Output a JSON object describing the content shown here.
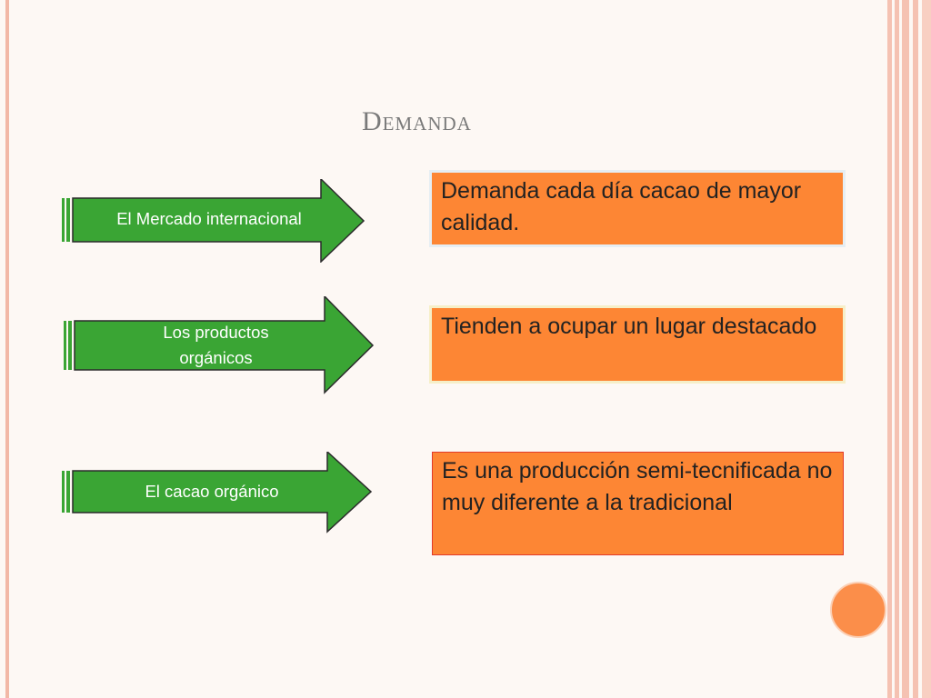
{
  "slide": {
    "title": "Demanda",
    "rows": [
      {
        "arrow_label": "El Mercado internacional",
        "box_text": "Demanda cada día cacao de mayor calidad."
      },
      {
        "arrow_label": "Los productos orgánicos",
        "box_text": "Tienden a ocupar un lugar destacado"
      },
      {
        "arrow_label": "El cacao orgánico",
        "box_text": "Es una producción semi-tecnificada no muy diferente a la tradicional"
      }
    ]
  },
  "colors": {
    "arrow_green": "#3aa534",
    "box_orange": "#fd8634",
    "frame_pink": "#f5c2b2",
    "title_gray": "#7a7a7a",
    "accent_circle": "#fb8e4a"
  },
  "icons": [
    "right-arrow-shape",
    "decorative-circle"
  ]
}
